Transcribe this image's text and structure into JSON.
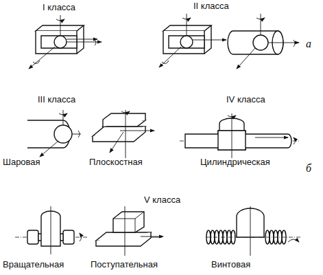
{
  "diagram": {
    "labels": [
      "I класса",
      "II класса",
      "а",
      "III класса",
      "IV класса",
      "б",
      "Шаровая",
      "Плоскостная",
      "Цилиндрическая",
      "V класса",
      "Вращательная",
      "Поступательная",
      "Винтовая"
    ]
  }
}
